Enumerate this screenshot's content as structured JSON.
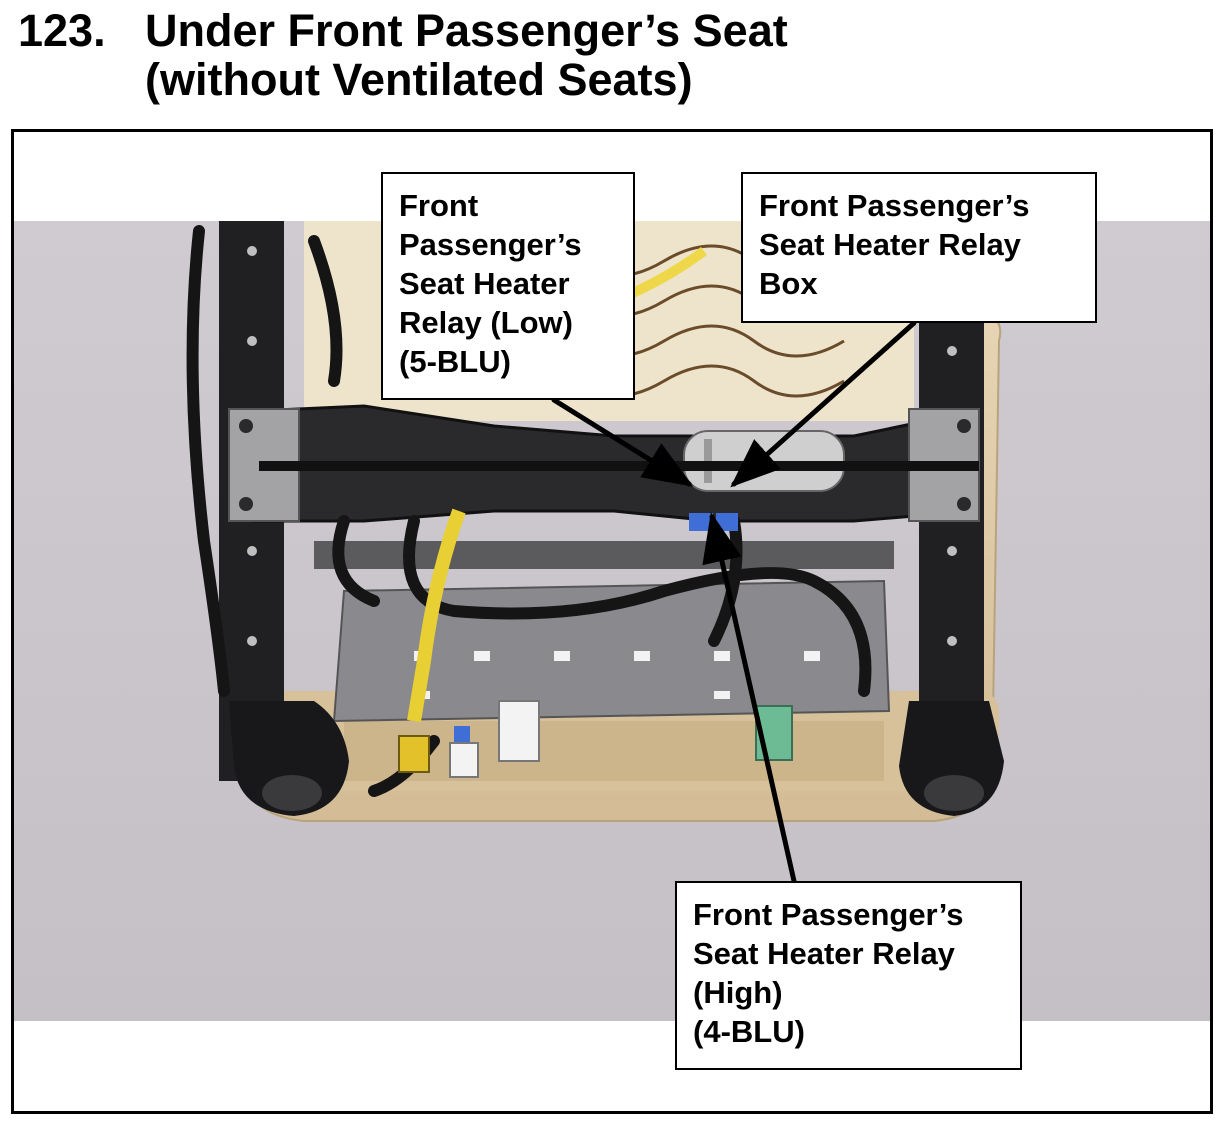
{
  "heading": {
    "number": "123.",
    "line1": "Under Front Passenger’s Seat",
    "line2": "(without Ventilated Seats)"
  },
  "callouts": {
    "relay_low": [
      "Front",
      "Passenger’s",
      "Seat Heater",
      "Relay (Low)",
      "(5-BLU)"
    ],
    "relay_box": [
      "Front Passenger’s",
      "Seat Heater Relay",
      "Box"
    ],
    "relay_high": [
      "Front Passenger’s",
      "Seat Heater Relay",
      "(High)",
      "(4-BLU)"
    ]
  },
  "colors": {
    "background_wall": "#c9c5cb",
    "seat_tan": "#ddc9a6",
    "frame_black": "#1a1a1a",
    "airbag_yellow": "#e8cf33",
    "connector_blue": "#3f6fd6",
    "connector_green": "#6dbb94"
  }
}
